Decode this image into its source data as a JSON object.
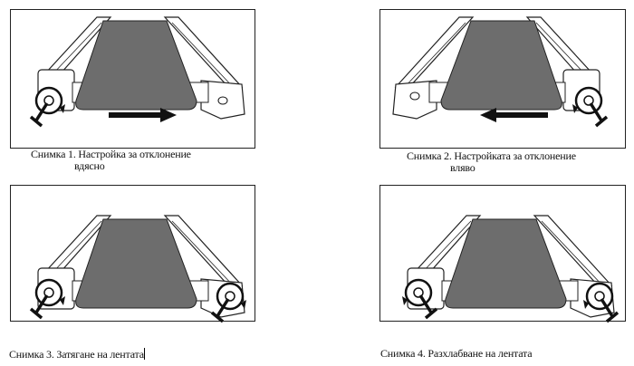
{
  "figures": [
    {
      "caption_line1": "Снимка 1. Настройка за отклонение",
      "caption_line2": "вдясно"
    },
    {
      "caption_line1": "Снимка 2. Настройката за отклонение",
      "caption_line2": "вляво"
    },
    {
      "caption_line1": "Снимка 3. Затягане на лентата"
    },
    {
      "caption_line1": "Снимка 4. Разхлабване на лентата"
    }
  ],
  "colors": {
    "belt": "#6d6d6d",
    "line": "#1a1a1a"
  }
}
